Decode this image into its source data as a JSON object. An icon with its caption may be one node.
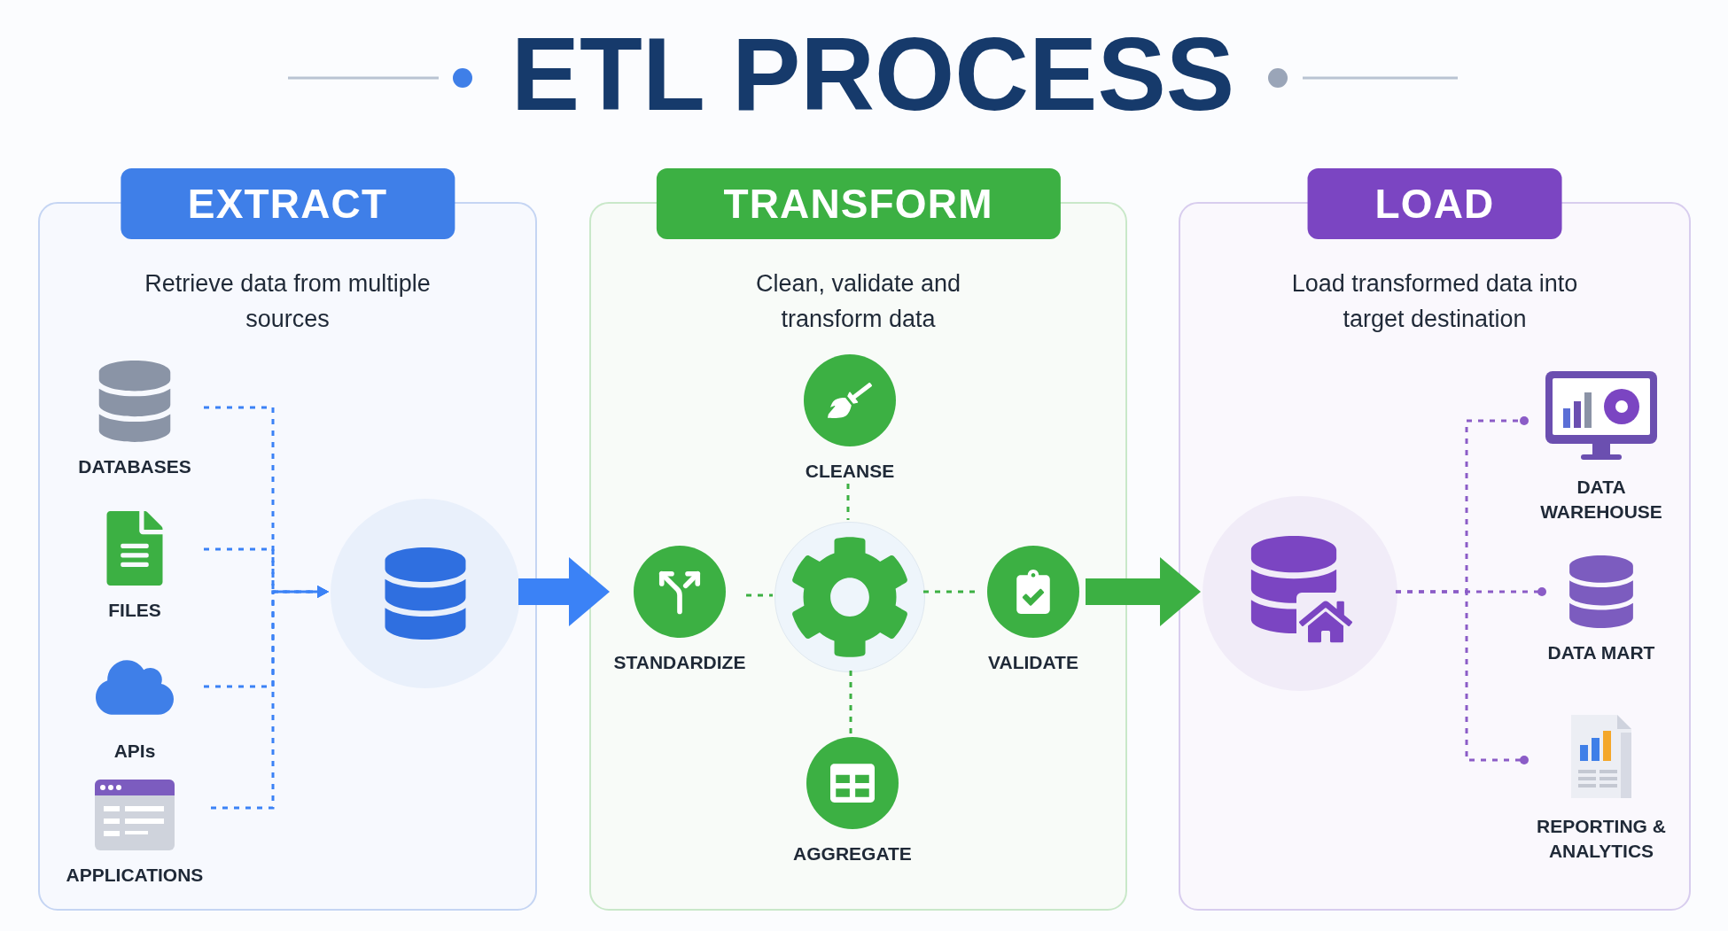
{
  "diagram": {
    "title": "ETL PROCESS",
    "nodes": [
      {
        "text": [
          "EXTRACT",
          "Retrieve data from multiple sources"
        ]
      },
      {
        "text": [
          "DATABASES"
        ],
        "in": 0
      },
      {
        "text": [
          "FILES"
        ],
        "in": 0
      },
      {
        "text": [
          "APIs"
        ],
        "in": 0
      },
      {
        "text": [
          "APPLICATIONS"
        ],
        "in": 0
      },
      {
        "text": [],
        "shape": "circle",
        "in": 0
      },
      {
        "text": [
          "TRANSFORM",
          "Clean, validate and transform data"
        ]
      },
      {
        "text": [
          "CLEANSE"
        ],
        "in": 6
      },
      {
        "text": [
          "STANDARDIZE"
        ],
        "in": 6
      },
      {
        "text": [],
        "shape": "circle",
        "in": 6
      },
      {
        "text": [
          "VALIDATE"
        ],
        "in": 6
      },
      {
        "text": [
          "AGGREGATE"
        ],
        "in": 6
      },
      {
        "text": [
          "LOAD",
          "Load transformed data into target destination"
        ]
      },
      {
        "text": [],
        "shape": "circle",
        "in": 12
      },
      {
        "text": [
          "DATA WAREHOUSE"
        ],
        "in": 12
      },
      {
        "text": [
          "DATA MART"
        ],
        "in": 12
      },
      {
        "text": [
          "REPORTING & ANALYTICS"
        ],
        "in": 12
      }
    ],
    "edges": [
      {
        "from": 1,
        "to": 5,
        "arrow": "to",
        "style": "dashed",
        "color": "#3b82f6"
      },
      {
        "from": 2,
        "to": 5,
        "arrow": "to",
        "style": "dashed",
        "color": "#3b82f6"
      },
      {
        "from": 3,
        "to": 5,
        "arrow": "to",
        "style": "dashed",
        "color": "#3b82f6"
      },
      {
        "from": 4,
        "to": 5,
        "arrow": "to",
        "style": "dashed",
        "color": "#3b82f6"
      },
      {
        "from": 5,
        "to": 8,
        "arrow": "to",
        "style": "thick",
        "color": "#3b82f6"
      },
      {
        "from": 7,
        "to": 9,
        "arrow": "none",
        "style": "dashed",
        "color": "#3cb043"
      },
      {
        "from": 8,
        "to": 9,
        "arrow": "none",
        "style": "dashed",
        "color": "#3cb043"
      },
      {
        "from": 9,
        "to": 10,
        "arrow": "none",
        "style": "dashed",
        "color": "#3cb043"
      },
      {
        "from": 9,
        "to": 11,
        "arrow": "none",
        "style": "dashed",
        "color": "#3cb043"
      },
      {
        "from": 10,
        "to": 13,
        "arrow": "to",
        "style": "thick",
        "color": "#3cb043"
      },
      {
        "from": 13,
        "to": 14,
        "arrow": "other",
        "style": "dashed",
        "color": "#8b5cc7"
      },
      {
        "from": 13,
        "to": 15,
        "arrow": "other",
        "style": "dashed",
        "color": "#8b5cc7"
      },
      {
        "from": 13,
        "to": 16,
        "arrow": "other",
        "style": "dashed",
        "color": "#8b5cc7"
      }
    ]
  }
}
